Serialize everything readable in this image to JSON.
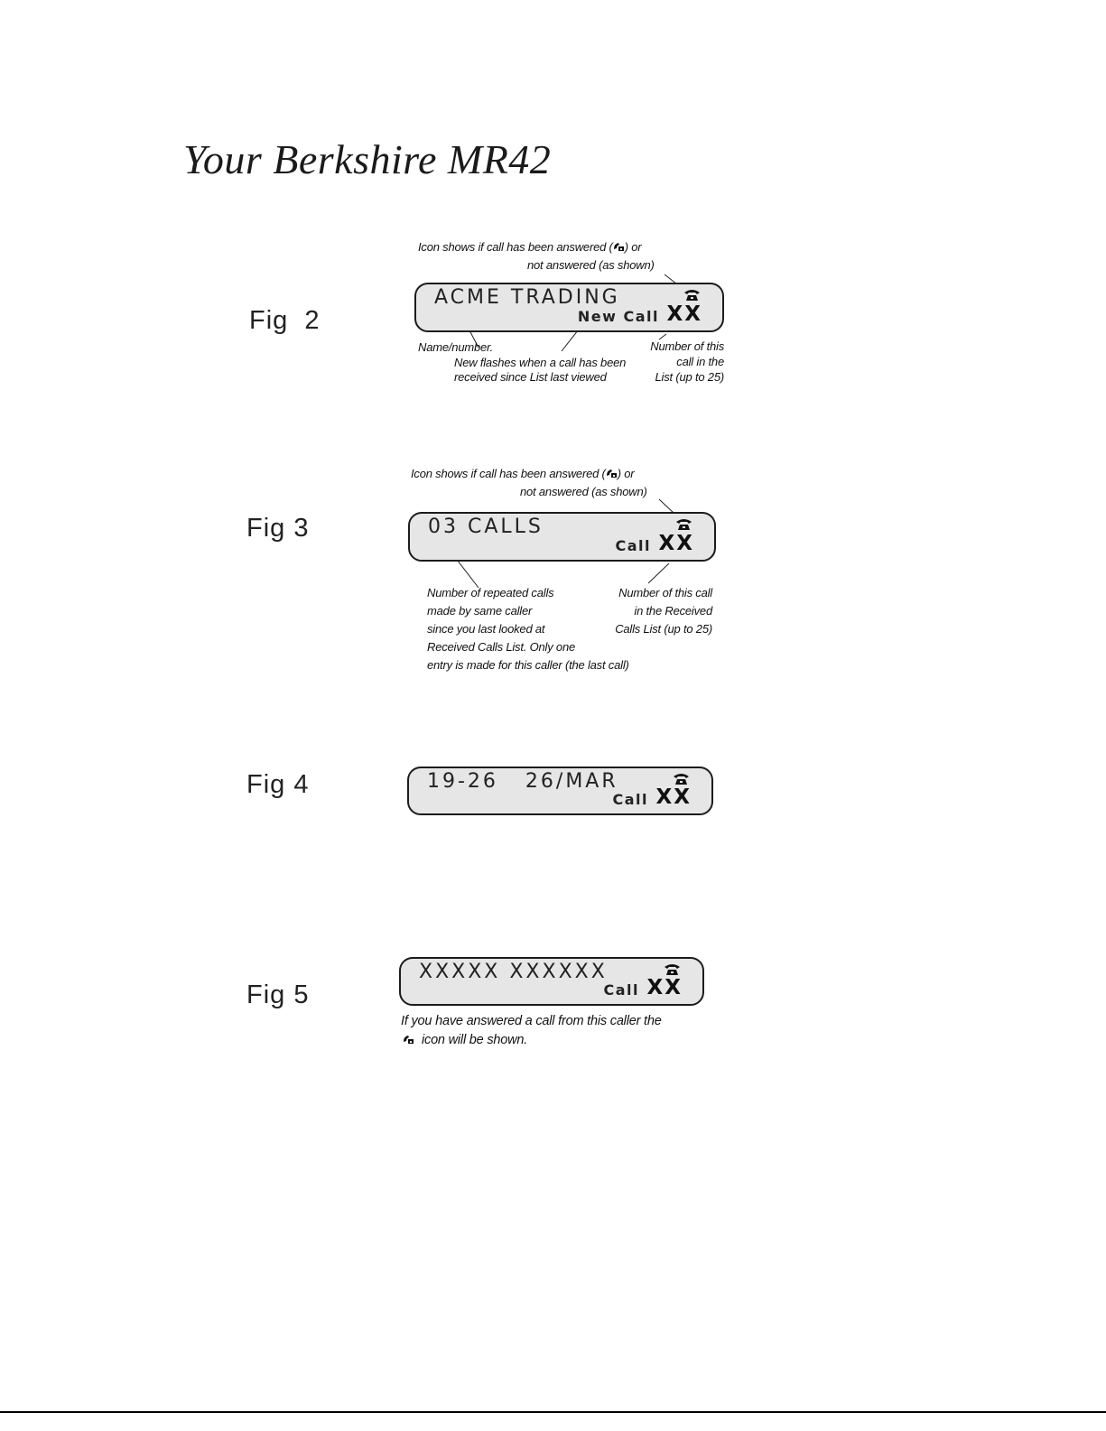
{
  "title": "Your Berkshire MR42",
  "icons": {
    "answered": "answered-call-icon",
    "unanswered": "telephone-icon"
  },
  "fig2": {
    "label": "Fig  2",
    "icon_note_line1_pre": "Icon shows if call has been answered (",
    "icon_note_line1_post": ") or",
    "icon_note_line2": "not answered (as shown)",
    "display_main": "ACME TRADING",
    "display_call": "New Call",
    "display_num": "XX",
    "name_note": "Name/number.",
    "new_note_line1": "New flashes when a call has been",
    "new_note_line2": "received since List last viewed",
    "num_note_line1": "Number of this",
    "num_note_line2": "call in the",
    "num_note_line3": "List (up to 25)"
  },
  "fig3": {
    "label": "Fig 3",
    "icon_note_line1_pre": "Icon shows if call has been answered (",
    "icon_note_line1_post": ") or",
    "icon_note_line2": "not answered (as shown)",
    "display_main": "03 CALLS",
    "display_call": "Call",
    "display_num": "XX",
    "repeat_note": [
      "Number of repeated calls",
      "made by same caller",
      "since you last looked at",
      "Received Calls List. Only one",
      "entry is made for this caller (the last call)"
    ],
    "num_note_line1": "Number of this call",
    "num_note_line2": "in the Received",
    "num_note_line3": "Calls List (up to 25)"
  },
  "fig4": {
    "label": "Fig 4",
    "display_main": "19-26   26/MAR",
    "display_call": "Call",
    "display_num": "XX"
  },
  "fig5": {
    "label": "Fig 5",
    "display_main": "XXXXX XXXXXX",
    "display_call": "Call",
    "display_num": "XX",
    "note_line1": "If you have answered a call  from this caller the",
    "note_line2": "icon will be shown."
  }
}
